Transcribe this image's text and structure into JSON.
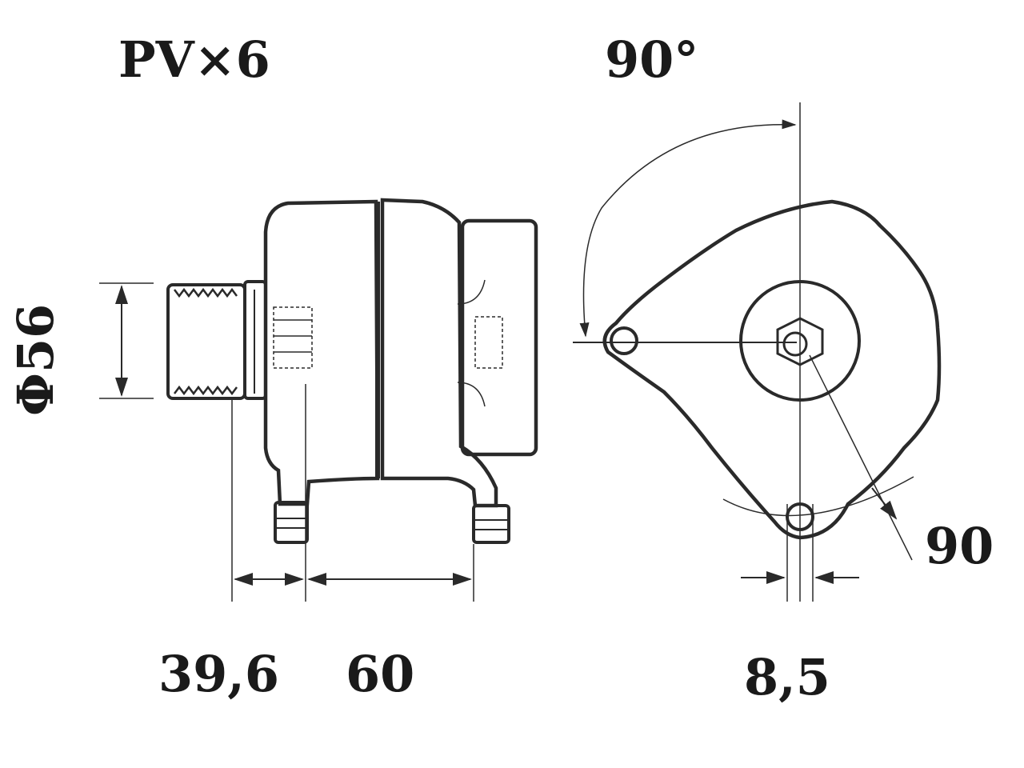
{
  "labels": {
    "belt": "PV×6",
    "mount_angle": "90°",
    "pulley_diameter": "Φ56",
    "length_a": "39,6",
    "length_b": "60",
    "ear_offset": "8,5",
    "mount_radius": "90"
  },
  "colors": {
    "line": "#2a2a2a",
    "text": "#1a1a1a",
    "background": "#ffffff"
  }
}
